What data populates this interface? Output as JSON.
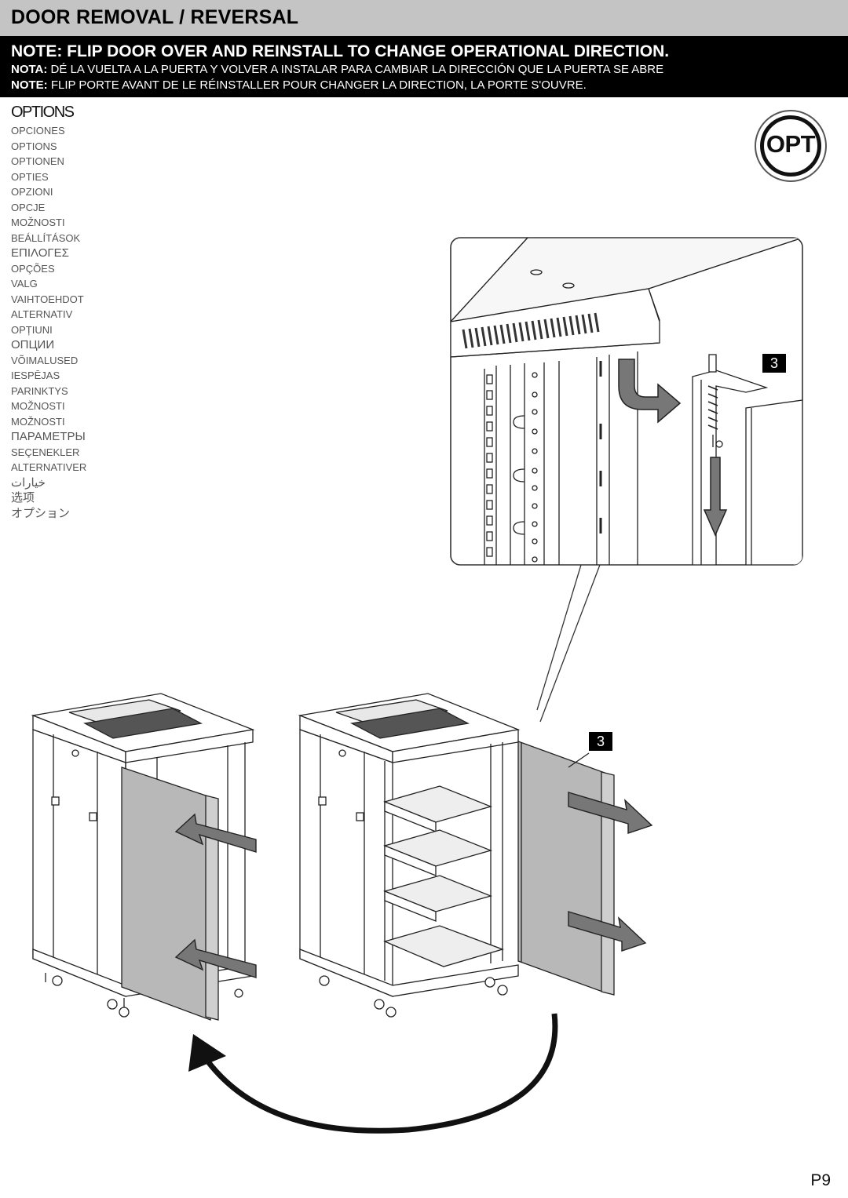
{
  "header": {
    "title": "DOOR REMOVAL / REVERSAL"
  },
  "note": {
    "main": "NOTE: FLIP DOOR OVER AND REINSTALL TO CHANGE OPERATIONAL DIRECTION.",
    "es_label": "NOTA:",
    "es_text": " DÉ LA VUELTA A LA PUERTA Y VOLVER A INSTALAR PARA CAMBIAR LA DIRECCIÓN QUE LA PUERTA SE ABRE",
    "fr_label": "NOTE:",
    "fr_text": " FLIP PORTE AVANT DE LE RÉINSTALLER POUR CHANGER LA DIRECTION, LA PORTE S'OUVRE."
  },
  "options": {
    "heading": "OPTIONS",
    "translations": [
      "OPCIONES",
      "OPTIONS",
      "OPTIONEN",
      "OPTIES",
      "OPZIONI",
      "OPCJE",
      "MOŽNOSTI",
      "BEÁLLÍTÁSOK",
      "ΕΠΙΛΟΓΕΣ",
      "OPÇÕES",
      "VALG",
      "VAIHTOEHDOT",
      "ALTERNATIV",
      "OPȚIUNI",
      "ОПЦИИ",
      "VÕIMALUSED",
      "IESPĒJAS",
      "PARINKTYS",
      "MOŽNOSTI",
      "MOŽNOSTI",
      "ПАРАМЕТРЫ",
      "SEÇENEKLER",
      "ALTERNATIVER",
      "خيارات",
      "选项",
      "オプション"
    ]
  },
  "badge": {
    "label": "OPT"
  },
  "steps": {
    "detail_step": "3",
    "main_step": "3"
  },
  "page": {
    "number": "P9"
  },
  "icons": [
    "opt-badge-icon",
    "curved-arrow-icon",
    "down-arrow-icon",
    "flip-arrow-icon"
  ]
}
